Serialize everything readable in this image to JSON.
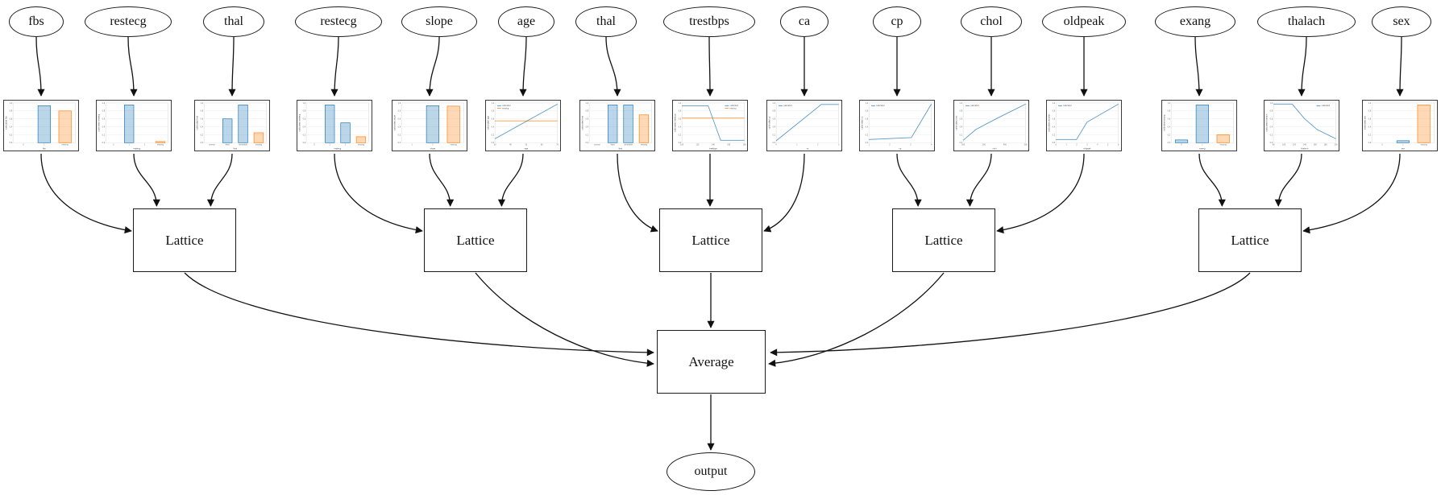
{
  "colors": {
    "calibrated": "#1f77b4",
    "missing": "#ff7f0e",
    "edge": "#111111"
  },
  "legend_labels": {
    "calibrated": "calibrated",
    "missing": "missing"
  },
  "features": [
    {
      "name": "fbs",
      "chart": {
        "type": "bar",
        "ylabel": "calibrated fbs",
        "xlabel": "fbs",
        "yticks": [
          "0.0",
          "0.2",
          "0.4",
          "0.6",
          "0.8",
          "1.0"
        ],
        "categories": [
          "0",
          "1",
          "missing"
        ],
        "values": [
          0,
          0.93,
          0.8
        ],
        "bar_colors": [
          "calibrated",
          "calibrated",
          "missing"
        ]
      }
    },
    {
      "name": "restecg",
      "chart": {
        "type": "bar",
        "ylabel": "calibrated restecg",
        "xlabel": "restecg",
        "yticks": [
          "0.0",
          "0.2",
          "0.4",
          "0.6",
          "0.8",
          "1.0"
        ],
        "categories": [
          "0",
          "1",
          "2",
          "missing"
        ],
        "values": [
          0,
          0.95,
          0,
          0.03
        ],
        "bar_colors": [
          "calibrated",
          "calibrated",
          "calibrated",
          "missing"
        ]
      }
    },
    {
      "name": "thal",
      "chart": {
        "type": "bar",
        "ylabel": "calibrated thal",
        "xlabel": "thal",
        "yticks": [
          "0.0",
          "0.2",
          "0.4",
          "0.6",
          "0.8",
          "1.0"
        ],
        "categories": [
          "normal",
          "fixed",
          "reversible",
          "missing"
        ],
        "values": [
          0,
          0.6,
          0.95,
          0.25
        ],
        "bar_colors": [
          "calibrated",
          "calibrated",
          "calibrated",
          "missing"
        ]
      }
    },
    {
      "name": "restecg",
      "chart": {
        "type": "bar",
        "ylabel": "calibrated restecg",
        "xlabel": "restecg",
        "yticks": [
          "0.0",
          "0.2",
          "0.4",
          "0.6",
          "0.8",
          "1.0"
        ],
        "categories": [
          "0",
          "1",
          "2",
          "missing"
        ],
        "values": [
          0,
          0.95,
          0.5,
          0.15
        ],
        "bar_colors": [
          "calibrated",
          "calibrated",
          "calibrated",
          "missing"
        ]
      }
    },
    {
      "name": "slope",
      "chart": {
        "type": "bar",
        "ylabel": "calibrated slope",
        "xlabel": "slope",
        "yticks": [
          "0.0",
          "0.2",
          "0.4",
          "0.6",
          "0.8",
          "1.0"
        ],
        "categories": [
          "1",
          "2",
          "missing"
        ],
        "values": [
          0,
          0.93,
          0.92
        ],
        "bar_colors": [
          "calibrated",
          "calibrated",
          "missing"
        ]
      }
    },
    {
      "name": "age",
      "chart": {
        "type": "line",
        "ylabel": "calibrated age",
        "xlabel": "age",
        "yticks": [
          "0.0",
          "0.2",
          "0.4",
          "0.6",
          "0.8",
          "1.0"
        ],
        "xticks": [
          "30",
          "40",
          "50",
          "60",
          "70"
        ],
        "points": [
          [
            0,
            0.1
          ],
          [
            1,
            0.97
          ]
        ],
        "missing_value": 0.55,
        "legend": [
          "calibrated",
          "missing"
        ],
        "legend_pos": "nw"
      }
    },
    {
      "name": "thal",
      "chart": {
        "type": "bar",
        "ylabel": "calibrated thal",
        "xlabel": "thal",
        "yticks": [
          "0.0",
          "0.2",
          "0.4",
          "0.6",
          "0.8",
          "1.0"
        ],
        "categories": [
          "normal",
          "fixed",
          "reversible",
          "missing"
        ],
        "values": [
          0,
          0.95,
          0.95,
          0.7
        ],
        "bar_colors": [
          "calibrated",
          "calibrated",
          "calibrated",
          "missing"
        ]
      }
    },
    {
      "name": "trestbps",
      "chart": {
        "type": "line",
        "ylabel": "calibrated trestbps",
        "xlabel": "trestbps",
        "yticks": [
          "0.0",
          "0.2",
          "0.4",
          "0.6",
          "0.8",
          "1.0"
        ],
        "xticks": [
          "100",
          "120",
          "140",
          "160",
          "180"
        ],
        "points": [
          [
            0,
            0.93
          ],
          [
            0.42,
            0.93
          ],
          [
            0.62,
            0.06
          ],
          [
            1,
            0.06
          ]
        ],
        "missing_value": 0.62,
        "legend": [
          "calibrated",
          "missing"
        ],
        "legend_pos": "ne"
      }
    },
    {
      "name": "ca",
      "chart": {
        "type": "line",
        "ylabel": "calibrated ca",
        "xlabel": "ca",
        "yticks": [
          "0.0",
          "0.2",
          "0.4",
          "0.6",
          "0.8",
          "1.0"
        ],
        "xticks": [
          "0",
          "1",
          "2",
          "3"
        ],
        "points": [
          [
            0,
            0.05
          ],
          [
            0.72,
            0.96
          ],
          [
            1,
            0.96
          ]
        ],
        "legend": [
          "calibrated"
        ],
        "legend_pos": "nw"
      }
    },
    {
      "name": "cp",
      "chart": {
        "type": "line",
        "ylabel": "calibrated cp",
        "xlabel": "cp",
        "yticks": [
          "0.0",
          "0.2",
          "0.4",
          "0.6",
          "0.8",
          "1.0"
        ],
        "xticks": [
          "1",
          "2",
          "3",
          "4"
        ],
        "points": [
          [
            0,
            0.08
          ],
          [
            0.68,
            0.13
          ],
          [
            1,
            0.97
          ]
        ],
        "legend": [
          "calibrated"
        ],
        "legend_pos": "nw"
      }
    },
    {
      "name": "chol",
      "chart": {
        "type": "line",
        "ylabel": "calibrated chol",
        "xlabel": "chol",
        "yticks": [
          "0.0",
          "0.2",
          "0.4",
          "0.6",
          "0.8",
          "1.0"
        ],
        "xticks": [
          "200",
          "300",
          "400",
          "500"
        ],
        "points": [
          [
            0,
            0.06
          ],
          [
            0.2,
            0.33
          ],
          [
            0.55,
            0.62
          ],
          [
            1,
            0.97
          ]
        ],
        "legend": [
          "calibrated"
        ],
        "legend_pos": "nw"
      }
    },
    {
      "name": "oldpeak",
      "chart": {
        "type": "line",
        "ylabel": "calibrated oldpeak",
        "xlabel": "oldpeak",
        "yticks": [
          "0.0",
          "0.2",
          "0.4",
          "0.6",
          "0.8",
          "1.0"
        ],
        "xticks": [
          "0",
          "1",
          "2",
          "3",
          "4",
          "5",
          "6"
        ],
        "points": [
          [
            0,
            0.08
          ],
          [
            0.33,
            0.08
          ],
          [
            0.5,
            0.52
          ],
          [
            1,
            0.97
          ]
        ],
        "legend": [
          "calibrated"
        ],
        "legend_pos": "nw"
      }
    },
    {
      "name": "exang",
      "chart": {
        "type": "bar",
        "ylabel": "calibrated exang",
        "xlabel": "exang",
        "yticks": [
          "0.0",
          "0.2",
          "0.4",
          "0.6",
          "0.8",
          "1.0"
        ],
        "categories": [
          "0",
          "1",
          "missing"
        ],
        "values": [
          0.07,
          0.95,
          0.2
        ],
        "bar_colors": [
          "calibrated",
          "calibrated",
          "missing"
        ]
      }
    },
    {
      "name": "thalach",
      "chart": {
        "type": "line",
        "ylabel": "calibrated thalach",
        "xlabel": "thalach",
        "yticks": [
          "0.0",
          "0.2",
          "0.4",
          "0.6",
          "0.8",
          "1.0"
        ],
        "xticks": [
          "80",
          "100",
          "120",
          "140",
          "160",
          "180",
          "200"
        ],
        "points": [
          [
            0,
            0.97
          ],
          [
            0.3,
            0.97
          ],
          [
            0.5,
            0.6
          ],
          [
            0.7,
            0.33
          ],
          [
            1,
            0.1
          ]
        ],
        "legend": [
          "calibrated"
        ],
        "legend_pos": "ne"
      }
    },
    {
      "name": "sex",
      "chart": {
        "type": "bar",
        "ylabel": "calibrated sex",
        "xlabel": "sex",
        "yticks": [
          "0.0",
          "0.2",
          "0.4",
          "0.6",
          "0.8",
          "1.0"
        ],
        "categories": [
          "0",
          "1",
          "missing"
        ],
        "values": [
          0,
          0.05,
          0.95
        ],
        "bar_colors": [
          "calibrated",
          "calibrated",
          "missing"
        ]
      }
    }
  ],
  "connections": {
    "feature_groups_to_lattices": [
      [
        0,
        1,
        2
      ],
      [
        3,
        4,
        5
      ],
      [
        6,
        7,
        8
      ],
      [
        9,
        10,
        11
      ],
      [
        12,
        13,
        14
      ]
    ],
    "lattices_to": "average",
    "average_to": "output"
  },
  "lattices": [
    {
      "label": "Lattice"
    },
    {
      "label": "Lattice"
    },
    {
      "label": "Lattice"
    },
    {
      "label": "Lattice"
    },
    {
      "label": "Lattice"
    }
  ],
  "average": {
    "label": "Average"
  },
  "output": {
    "label": "output"
  }
}
